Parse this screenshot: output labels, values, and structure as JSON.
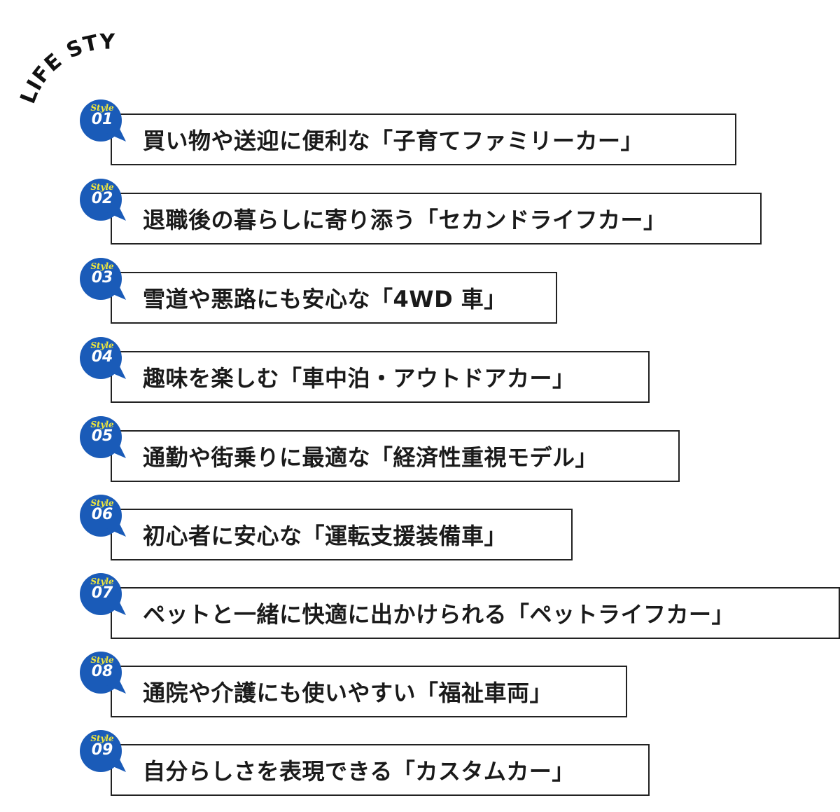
{
  "title": "LIFE STYLE",
  "badge_label": "Style",
  "colors": {
    "badge_blue": "#1a5bb8",
    "badge_label_yellow": "#f3e93a",
    "border": "#222222",
    "text": "#1a1a1a"
  },
  "items": [
    {
      "num": "01",
      "text": "買い物や送迎に便利な「子育てファミリーカー」"
    },
    {
      "num": "02",
      "text": "退職後の暮らしに寄り添う「セカンドライフカー」"
    },
    {
      "num": "03",
      "text": "雪道や悪路にも安心な「4WD 車」"
    },
    {
      "num": "04",
      "text": "趣味を楽しむ「車中泊・アウトドアカー」"
    },
    {
      "num": "05",
      "text": "通勤や街乗りに最適な「経済性重視モデル」"
    },
    {
      "num": "06",
      "text": "初心者に安心な「運転支援装備車」"
    },
    {
      "num": "07",
      "text": "ペットと一緒に快適に出かけられる「ペットライフカー」"
    },
    {
      "num": "08",
      "text": "通院や介護にも使いやすい「福祉車両」"
    },
    {
      "num": "09",
      "text": "自分らしさを表現できる「カスタムカー」"
    }
  ]
}
